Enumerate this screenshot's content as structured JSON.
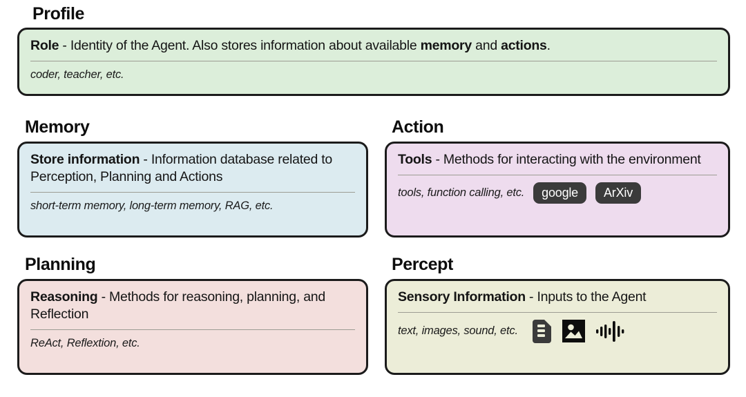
{
  "sections": [
    {
      "key": "profile",
      "title": "Profile",
      "bg": "#dceeda",
      "head_bold": "Role",
      "head_rest": " - Identity of the Agent. Also stores information about available ",
      "head_bold2": "memory",
      "head_mid2": " and ",
      "head_bold3": "actions",
      "head_tail": ".",
      "foot": "coder, teacher, etc."
    },
    {
      "key": "memory",
      "title": "Memory",
      "bg": "#dcebf0",
      "head_bold": "Store information",
      "head_rest": " - Information database related to Perception, Planning and Actions",
      "foot": "short-term memory, long-term memory, RAG, etc."
    },
    {
      "key": "action",
      "title": "Action",
      "bg": "#eedcee",
      "head_bold": "Tools",
      "head_rest": " - Methods for interacting with the environment",
      "foot": "tools, function calling, etc.",
      "chips": [
        "google",
        "ArXiv"
      ]
    },
    {
      "key": "planning",
      "title": "Planning",
      "bg": "#f3dfdd",
      "head_bold": "Reasoning",
      "head_rest": " - Methods for reasoning, planning, and Reflection",
      "foot": "ReAct, Reflextion, etc."
    },
    {
      "key": "percept",
      "title": "Percept",
      "bg": "#ecedd8",
      "head_bold": "Sensory Information",
      "head_rest": " - Inputs to the Agent",
      "foot": "text, images, sound, etc.",
      "icons": [
        "document-icon",
        "image-icon",
        "waveform-icon"
      ]
    }
  ],
  "colors": {
    "border": "#1b1b1b",
    "divider": "#9c9c93",
    "chip_bg": "#3b3b3b",
    "chip_text": "#ffffff",
    "text": "#151515",
    "page_bg": "#ffffff"
  }
}
